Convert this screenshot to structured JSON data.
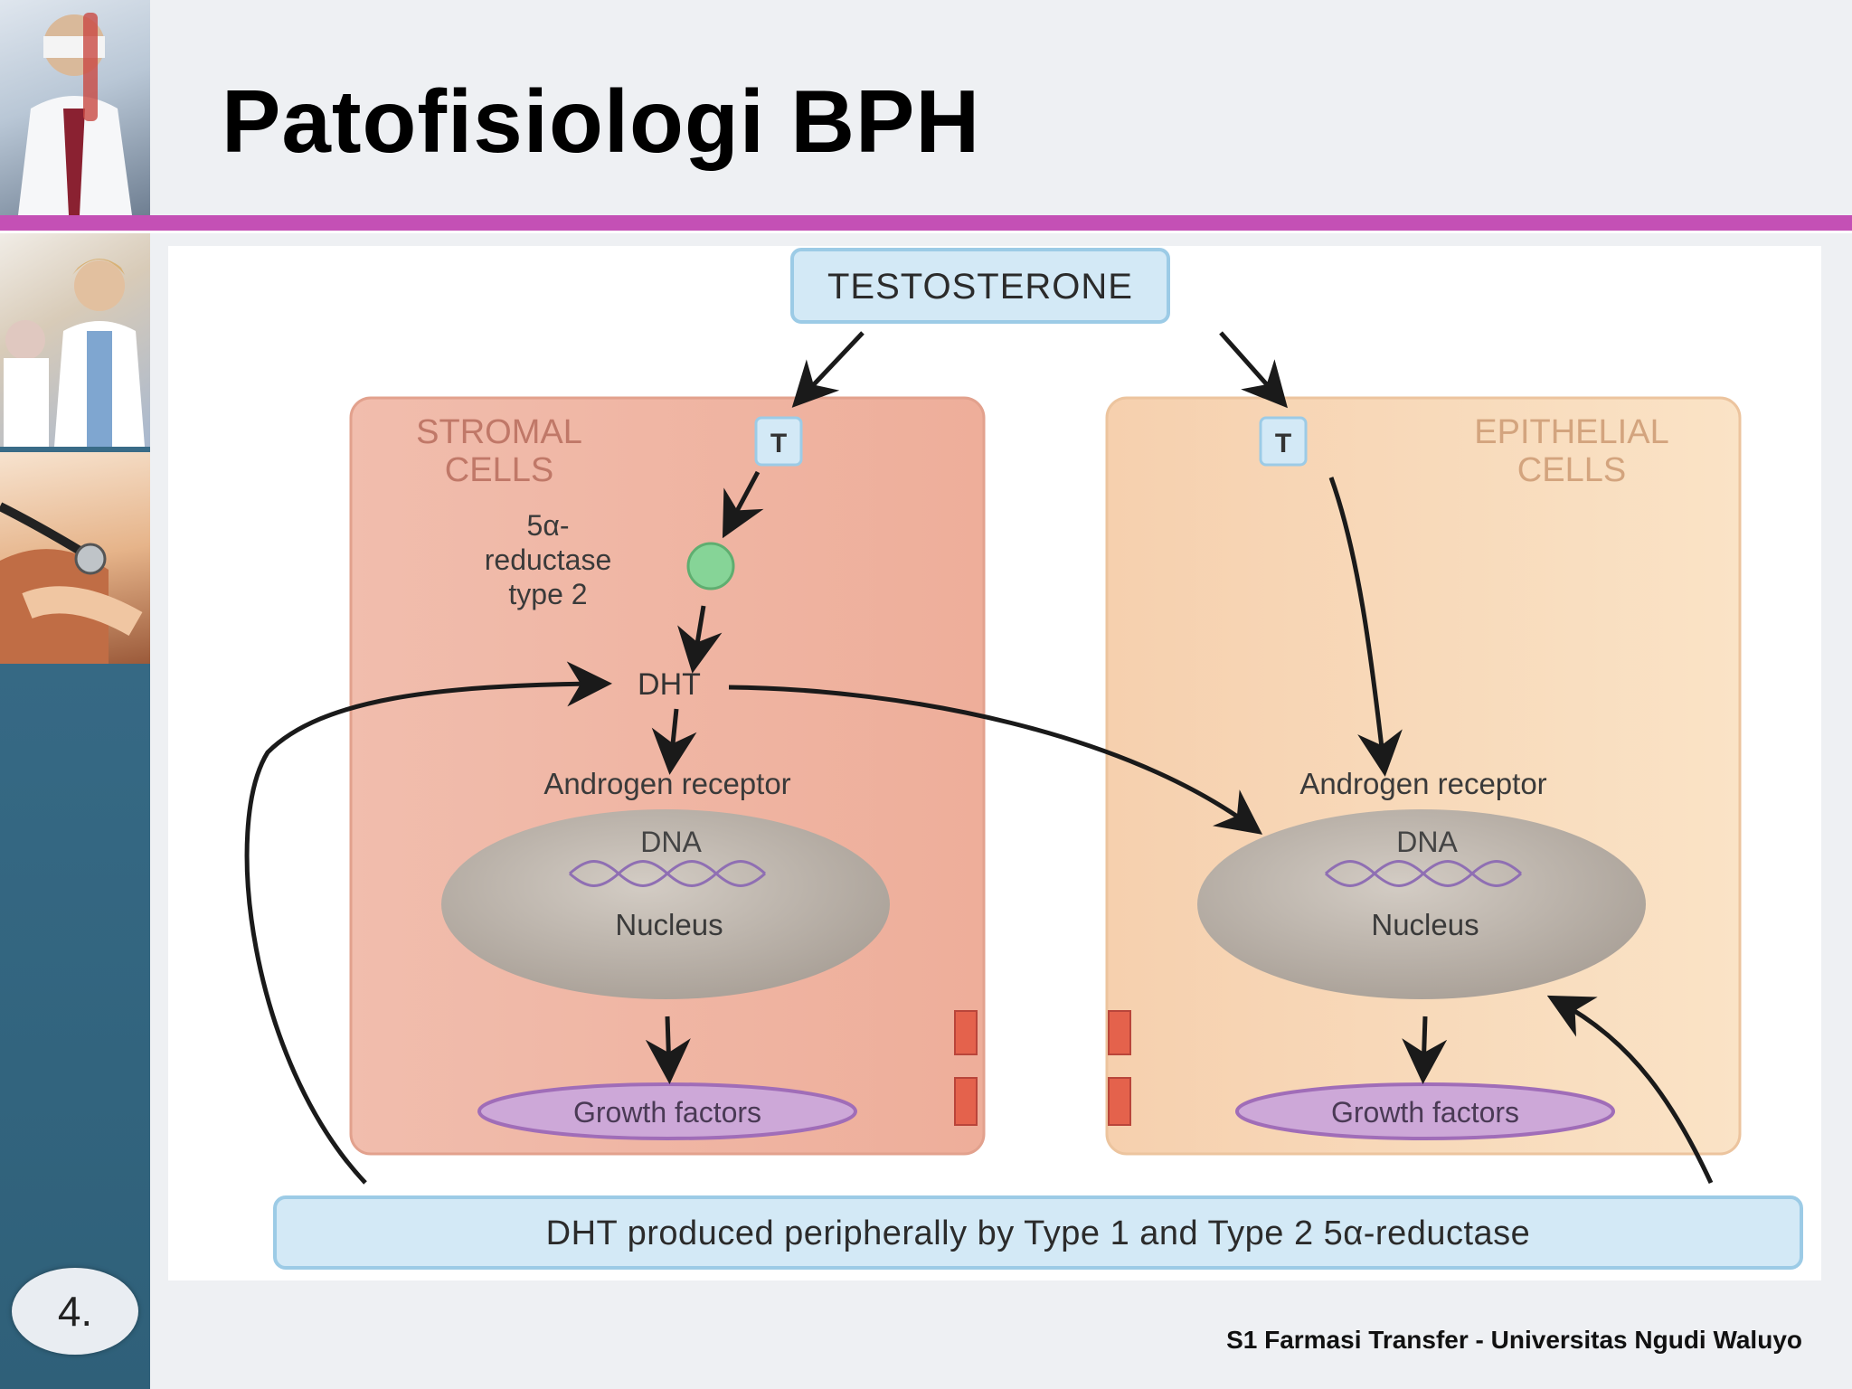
{
  "slide": {
    "title": "Patofisiologi BPH",
    "slide_number": "4.",
    "footer": "S1 Farmasi Transfer - Universitas Ngudi Waluyo"
  },
  "diagram": {
    "testosterone": "TESTOSTERONE",
    "stromal_title_1": "STROMAL",
    "stromal_title_2": "CELLS",
    "epithelial_title_1": "EPITHELIAL",
    "epithelial_title_2": "CELLS",
    "t_label": "T",
    "enzyme_line_1": "5α-",
    "enzyme_line_2": "reductase",
    "enzyme_line_3": "type 2",
    "dht": "DHT",
    "receptor": "Androgen receptor",
    "dna": "DNA",
    "nucleus": "Nucleus",
    "growth_factors": "Growth factors",
    "bottom_box": "DHT produced peripherally by Type 1 and Type 2 5α-reductase"
  },
  "colors": {
    "accent_rule": "#c450b5",
    "sidebar": "#3f6f8c",
    "stromal_fill": "#f0b7a6",
    "epithelial_fill": "#f8dcba",
    "label_box": "#cfe6f4",
    "growth_factor": "#cba6d6",
    "nucleus": "#b9b0a7",
    "enzyme": "#7fd08f"
  }
}
